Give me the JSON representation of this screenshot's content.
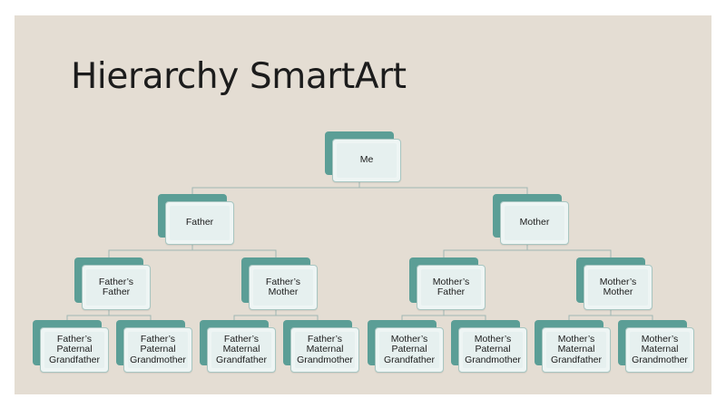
{
  "title": "Hierarchy SmartArt",
  "nodes": {
    "me": "Me",
    "father": "Father",
    "mother": "Mother",
    "fathers_father": "Father’s\nFather",
    "fathers_mother": "Father’s\nMother",
    "mothers_father": "Mother’s\nFather",
    "mothers_mother": "Mother’s\nMother",
    "fathers_paternal_grandfather": "Father’s\nPaternal\nGrandfather",
    "fathers_paternal_grandmother": "Father’s\nPaternal\nGrandmother",
    "fathers_maternal_grandfather": "Father’s\nMaternal\nGrandfather",
    "fathers_maternal_grandmother": "Father’s\nMaternal\nGrandmother",
    "mothers_paternal_grandfather": "Mother’s\nPaternal\nGrandfather",
    "mothers_paternal_grandmother": "Mother’s\nPaternal\nGrandmother",
    "mothers_maternal_grandfather": "Mother’s\nMaternal\nGrandfather",
    "mothers_maternal_grandmother": "Mother’s\nMaternal\nGrandmother"
  },
  "colors": {
    "background": "#e4ddd3",
    "accent": "#5b9e96",
    "box_fill": "#eef5f4",
    "connector": "#9fb7b3"
  }
}
